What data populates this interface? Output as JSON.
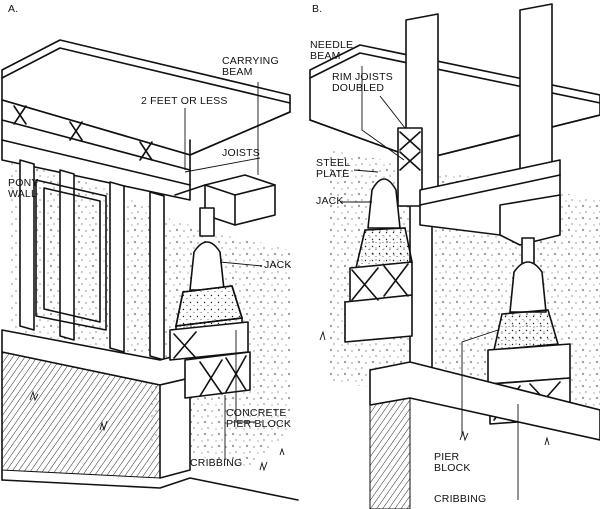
{
  "panels": [
    {
      "id": "A",
      "letter": "A.",
      "labels": {
        "carrying_beam": "CARRYING\nBEAM",
        "two_feet": "2 FEET OR LESS",
        "joists": "JOISTS",
        "pony_wall": "PONY\nWALL",
        "jack": "JACK",
        "pier_block": "CONCRETE\nPIER BLOCK",
        "cribbing": "CRIBBING"
      }
    },
    {
      "id": "B",
      "letter": "B.",
      "labels": {
        "needle_beam": "NEEDLE\nBEAM",
        "rim_joists": "RIM JOISTS\nDOUBLED",
        "steel_plate": "STEEL\nPLATE",
        "jack": "JACK",
        "pier_block": "PIER\nBLOCK",
        "cribbing": "CRIBBING"
      }
    }
  ]
}
